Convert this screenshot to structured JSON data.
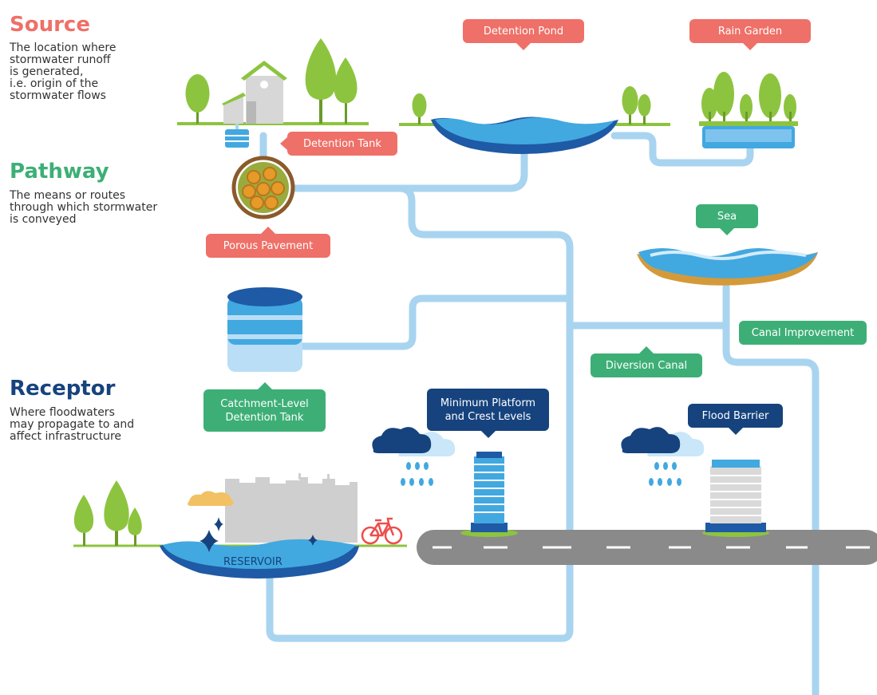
{
  "colors": {
    "source": "#ee7068",
    "pathway": "#3daf76",
    "receptor": "#16437e",
    "pipe": "#a8d4f0",
    "water": "#42a8e0",
    "tree": "#8dc43f",
    "ground": "#8dc43f",
    "road": "#8a8a8a"
  },
  "sections": {
    "source": {
      "title": "Source",
      "description": "The location where\nstormwater runoff\nis generated,\ni.e. origin of the\nstormwater flows"
    },
    "pathway": {
      "title": "Pathway",
      "description": "The means or routes\nthrough which stormwater\nis conveyed"
    },
    "receptor": {
      "title": "Receptor",
      "description": "Where floodwaters\nmay propagate to and\naffect infrastructure"
    }
  },
  "labels": {
    "detention_pond": "Detention Pond",
    "rain_garden": "Rain Garden",
    "detention_tank": "Detention Tank",
    "porous_pavement": "Porous Pavement",
    "sea": "Sea",
    "canal_improvement": "Canal Improvement",
    "diversion_canal": "Diversion Canal",
    "catchment_tank": "Catchment-Level\nDetention Tank",
    "min_platform": "Minimum Platform\nand Crest Levels",
    "flood_barrier": "Flood Barrier",
    "reservoir": "RESERVOIR"
  },
  "icons": [
    "tree-icon",
    "house-icon",
    "rain-cloud-icon",
    "bicycle-icon",
    "building-icon",
    "sparkle-icon",
    "tank-icon"
  ]
}
